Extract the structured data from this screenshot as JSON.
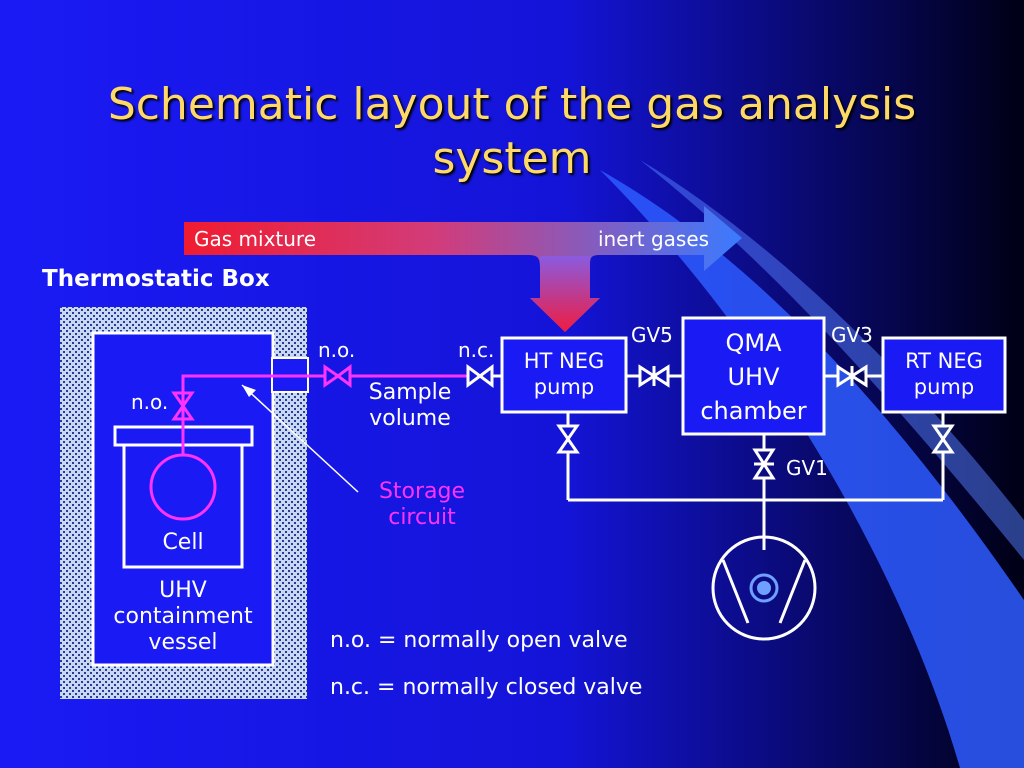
{
  "title_lines": [
    "Schematic layout of the gas analysis",
    "system"
  ],
  "arrow": {
    "left_label": "Gas mixture",
    "right_label": "inert gases"
  },
  "thermostatic_box_label": "Thermostatic Box",
  "labels": {
    "no_top": "n.o.",
    "nc_top": "n.c.",
    "no_left": "n.o.",
    "sample_volume": [
      "Sample",
      "volume"
    ],
    "storage_circuit": [
      "Storage",
      "circuit"
    ],
    "cell": "Cell",
    "uhv_vessel": [
      "UHV",
      "containment",
      "vessel"
    ],
    "ht_neg": [
      "HT NEG",
      "pump"
    ],
    "qma": [
      "QMA",
      "UHV",
      "chamber"
    ],
    "rt_neg": [
      "RT NEG",
      "pump"
    ],
    "gv5": "GV5",
    "gv3": "GV3",
    "gv1": "GV1"
  },
  "legend": [
    "n.o. = normally open valve",
    "n.c. = normally closed valve"
  ],
  "colors": {
    "title": "#FFD966",
    "storage_circuit": "#FF33FF",
    "arrow_start": "#E8203A",
    "arrow_end": "#3A7BFF",
    "line": "#FFFFFF"
  }
}
